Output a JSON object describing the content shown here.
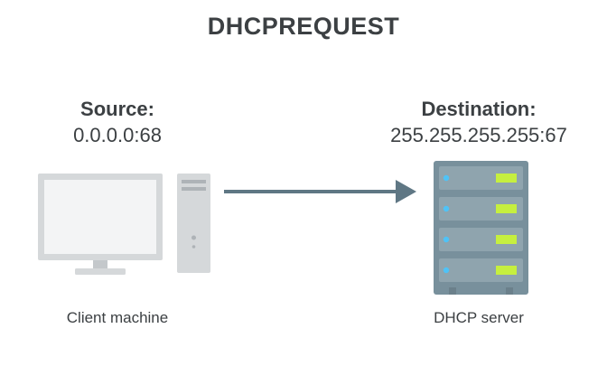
{
  "title": "DHCPREQUEST",
  "source": {
    "heading": "Source:",
    "address": "0.0.0.0:68"
  },
  "destination": {
    "heading": "Destination:",
    "address": "255.255.255.255:67"
  },
  "nodes": {
    "client_label": "Client machine",
    "server_label": "DHCP server"
  },
  "colors": {
    "text": "#3c4043",
    "client_frame": "#d5d8da",
    "client_screen": "#f3f4f5",
    "arrow": "#5f7784",
    "server_body": "#78909c",
    "server_unit": "#8fa4ae",
    "server_led": "#4fc3f7",
    "server_slot": "#c6ef3f"
  }
}
